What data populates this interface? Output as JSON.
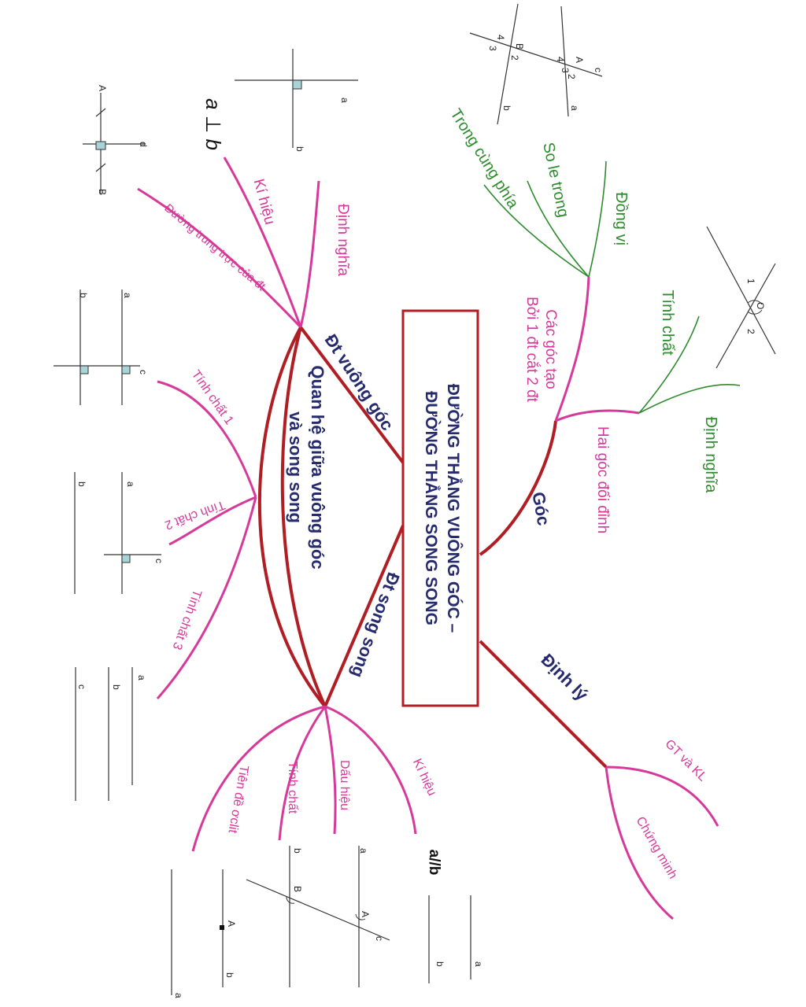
{
  "center": {
    "line1": "ĐƯỜNG THẲNG VUÔNG GÓC –",
    "line2": "ĐƯỜNG THẲNG SONG SONG"
  },
  "branches": {
    "perpendicular": "Đt vuông góc",
    "parallel": "Đt song song",
    "relation": {
      "line1": "Quan hệ giữa vuông góc",
      "line2": "và song song"
    },
    "angle": "Góc",
    "theorem": "Định lý"
  },
  "perpendicular_sub": {
    "definition": "Định nghĩa",
    "symbol": "Kí hiệu",
    "bisector": "Đường trung trực của đt"
  },
  "relation_sub": {
    "prop1": "Tính chất 1",
    "prop2": "Tính chất 2",
    "prop3": "Tính chất 3"
  },
  "parallel_sub": {
    "symbol": "Kí hiệu",
    "sign": "Dấu hiệu",
    "property": "Tính chất",
    "euclid": "Tiên đề ơclit"
  },
  "angle_sub": {
    "formed": {
      "line1": "Các góc tạo",
      "line2": "Bởi 1 đt cắt 2 đt"
    },
    "same_side": "Trong cùng phía",
    "alternate": "So le trong",
    "corresponding": "Đồng vị",
    "vertical": "Hai góc đối đỉnh",
    "property": "Tính chất",
    "definition": "Định nghĩa"
  },
  "theorem_sub": {
    "gt_kl": "GT và KL",
    "proof": "Chứng minh"
  },
  "figures": {
    "perp_symbol": "a ⊥ b",
    "parallel_symbol": "a//b",
    "a": "a",
    "b": "b",
    "c": "c",
    "d": "d",
    "A": "A",
    "B": "B",
    "O": "O",
    "n1": "1",
    "n2": "2",
    "n3": "3",
    "n4": "4"
  },
  "colors": {
    "dark_red": "#b01e24",
    "pink": "#d6399a",
    "green": "#2e8b2e",
    "navy": "#262a6e"
  }
}
